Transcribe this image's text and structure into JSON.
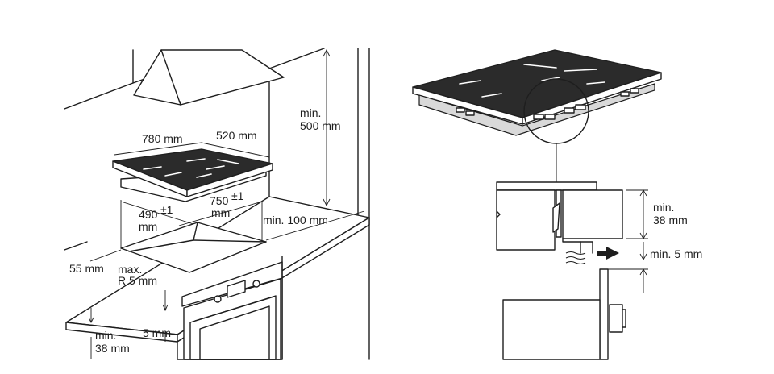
{
  "labels": {
    "hob_width": "780 mm",
    "hob_depth": "520 mm",
    "cutout_width": "750",
    "cutout_width_tol": "±1",
    "cutout_width_unit": "mm",
    "cutout_depth": "490",
    "cutout_depth_tol": "±1",
    "cutout_depth_unit": "mm",
    "hood_clearance_line1": "min.",
    "hood_clearance_line2": "500 mm",
    "wall_clearance": "min. 100 mm",
    "front_edge": "55 mm",
    "corner_radius_line1": "max.",
    "corner_radius_line2": "R 5 mm",
    "oven_gap": "5 mm",
    "worktop_thickness_line1": "min.",
    "worktop_thickness_line2": "38 mm",
    "detail_worktop_line1": "min.",
    "detail_worktop_line2": "38 mm",
    "detail_air_gap": "min. 5 mm"
  }
}
